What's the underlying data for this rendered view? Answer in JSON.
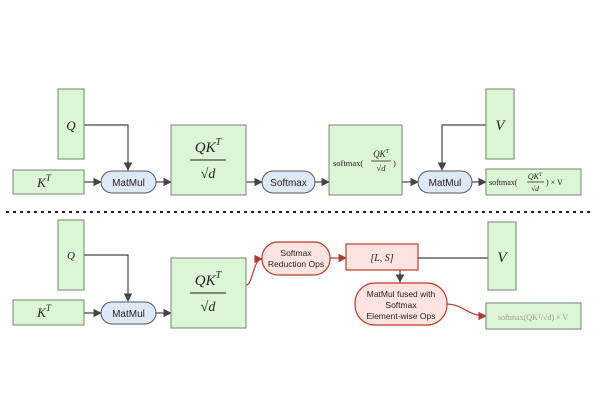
{
  "colors": {
    "box_fill": "#dcf5d6",
    "box_stroke": "#6c8a66",
    "op_fill": "#dfe9f6",
    "op_stroke": "#4a5a72",
    "red_fill": "#fde4e0",
    "red_stroke": "#c0392b",
    "line": "#444444",
    "red_line": "#b03a2e",
    "divider": "#222222"
  },
  "top": {
    "q": "Q",
    "k": "K",
    "k_sup": "T",
    "matmul1": "MatMul",
    "qkt_num": "QK",
    "qkt_sup": "T",
    "qkt_den": "√d",
    "softmax": "Softmax",
    "softmax_fn": "softmax(",
    "softmax_num": "QK",
    "softmax_sup": "T",
    "softmax_den": "√d",
    "softmax_close": ")",
    "v": "V",
    "matmul2": "MatMul",
    "result_fn": "softmax(",
    "result_num": "QK",
    "result_sup": "T",
    "result_den": "√d",
    "result_tail": ") × V"
  },
  "bottom": {
    "q": "Q",
    "k": "K",
    "k_sup": "T",
    "matmul": "MatMul",
    "qkt_num": "QK",
    "qkt_sup": "T",
    "qkt_den": "√d",
    "reduction_line1": "Softmax",
    "reduction_line2": "Reduction Ops",
    "ls": "[L, S]",
    "v": "V",
    "fused_line1": "MatMul fused with",
    "fused_line2": "Softmax",
    "fused_line3": "Element-wise Ops",
    "result": "softmax(QKᵀ/√d) × V"
  }
}
